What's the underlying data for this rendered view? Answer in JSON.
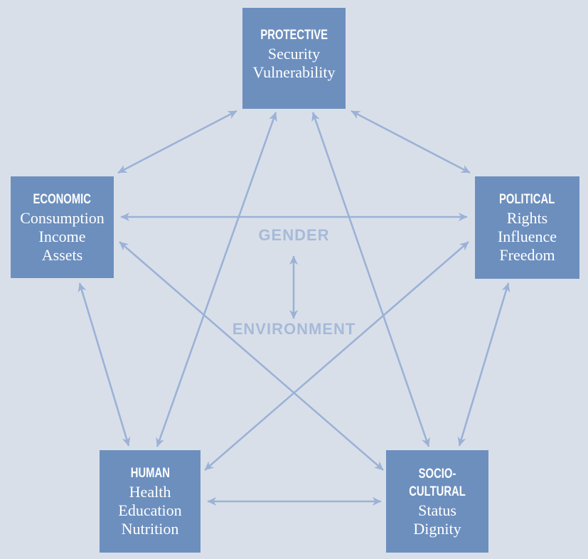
{
  "diagram": {
    "colors": {
      "background": "#d9dfe9",
      "box": "#6c8fbe",
      "box_text": "#ffffff",
      "arrow": "#9bb2d6",
      "center_text": "#a6bad8"
    },
    "nodes": [
      {
        "id": "protective",
        "title": "PROTECTIVE",
        "items": [
          "Security",
          "Vulnerability"
        ]
      },
      {
        "id": "economic",
        "title": "ECONOMIC",
        "items": [
          "Consumption",
          "Income",
          "Assets"
        ]
      },
      {
        "id": "political",
        "title": "POLITICAL",
        "items": [
          "Rights",
          "Influence",
          "Freedom"
        ]
      },
      {
        "id": "human",
        "title": "HUMAN",
        "items": [
          "Health",
          "Education",
          "Nutrition"
        ]
      },
      {
        "id": "sociocultural",
        "title": "SOCIO-CULTURAL",
        "items": [
          "Status",
          "Dignity"
        ]
      }
    ],
    "center": {
      "top_label": "GENDER",
      "bottom_label": "ENVIRONMENT"
    },
    "connections": [
      {
        "from": "protective",
        "to": "economic"
      },
      {
        "from": "protective",
        "to": "political"
      },
      {
        "from": "economic",
        "to": "political"
      },
      {
        "from": "economic",
        "to": "human"
      },
      {
        "from": "political",
        "to": "sociocultural"
      },
      {
        "from": "human",
        "to": "sociocultural"
      },
      {
        "from": "protective",
        "to": "human"
      },
      {
        "from": "protective",
        "to": "sociocultural"
      },
      {
        "from": "economic",
        "to": "sociocultural"
      },
      {
        "from": "political",
        "to": "human"
      },
      {
        "from": "gender",
        "to": "environment"
      }
    ]
  }
}
